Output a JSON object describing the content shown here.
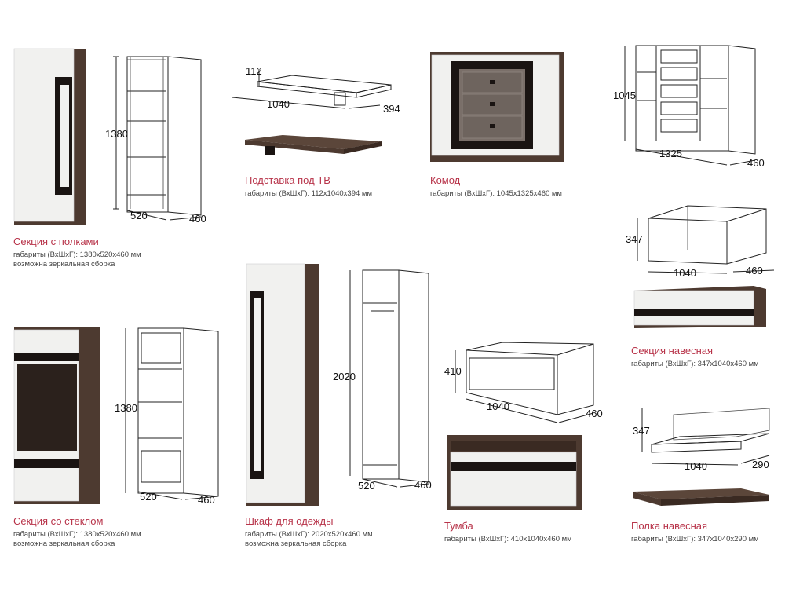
{
  "products": [
    {
      "title": "Секция с полками",
      "dims": "габариты (ВхШхГ): 1380х520х460 мм",
      "note": "возможна зеркальная сборка",
      "dimension_labels": [
        "1380",
        "520",
        "460"
      ]
    },
    {
      "title": "Подставка под ТВ",
      "dims": "габариты (ВхШхГ): 112х1040х394 мм",
      "dimension_labels": [
        "112",
        "1040",
        "394"
      ]
    },
    {
      "title": "Комод",
      "dims": "габариты (ВхШхГ): 1045х1325х460 мм",
      "dimension_labels": [
        "1045",
        "1325",
        "460"
      ]
    },
    {
      "title": "Секция навесная",
      "dims": "габариты (ВхШхГ): 347х1040х460 мм",
      "dimension_labels": [
        "347",
        "1040",
        "460"
      ]
    },
    {
      "title": "Секция со стеклом",
      "dims": "габариты (ВхШхГ): 1380х520х460 мм",
      "note": "возможна зеркальная сборка",
      "dimension_labels": [
        "1380",
        "520",
        "460"
      ]
    },
    {
      "title": "Шкаф для одежды",
      "dims": "габариты (ВхШхГ): 2020х520х460 мм",
      "note": "возможна зеркальная сборка",
      "dimension_labels": [
        "2020",
        "520",
        "460"
      ]
    },
    {
      "title": "Тумба",
      "dims": "габариты (ВхШхГ): 410х1040х460 мм",
      "dimension_labels": [
        "410",
        "1040",
        "460"
      ]
    },
    {
      "title": "Полка навесная",
      "dims": "габариты (ВхШхГ): 347х1040х290 мм",
      "dimension_labels": [
        "347",
        "1040",
        "290"
      ]
    }
  ],
  "colors": {
    "title_red": "#b8344a",
    "wood_dark": "#4d3a30",
    "front_white": "#f1f1ef",
    "insert_black": "#1a1412"
  }
}
